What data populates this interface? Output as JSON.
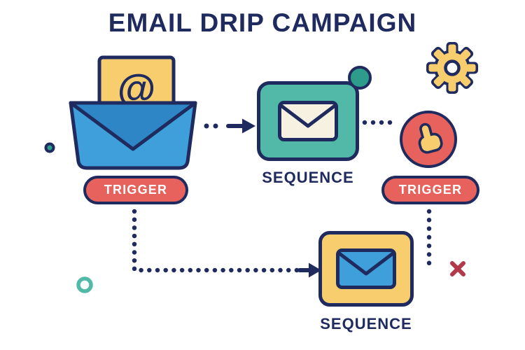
{
  "title": "EMAIL DRIP CAMPAIGN",
  "envelope": {
    "at_symbol": "@"
  },
  "nodes": {
    "trigger1": {
      "label": "TRIGGER",
      "type": "trigger"
    },
    "sequence1": {
      "label": "SEQUENCE",
      "type": "sequence"
    },
    "trigger2": {
      "label": "TRIGGER",
      "type": "trigger"
    },
    "sequence2": {
      "label": "SEQUENCE",
      "type": "sequence"
    }
  },
  "icons": {
    "open-envelope-icon": "open blue envelope with yellow letter and @ symbol",
    "envelope-icon-cream": "closed cream envelope inside teal box",
    "envelope-icon-blue": "closed blue envelope inside yellow box",
    "hand-click-icon": "yellow pointing hand in red circle",
    "gear-icon": "yellow gear",
    "x-icon": "red x mark",
    "dot-decoration": "small teal dots"
  },
  "colors": {
    "navy": "#1f2a5e",
    "blue": "#3e9fdb",
    "blue_dark": "#2e86c7",
    "teal": "#52b9a8",
    "teal_dark": "#2e9c8b",
    "yellow": "#f7cd6d",
    "coral": "#e7625c",
    "cream": "#f6f1e1",
    "x_red": "#b23a48",
    "background": "#ffffff"
  }
}
